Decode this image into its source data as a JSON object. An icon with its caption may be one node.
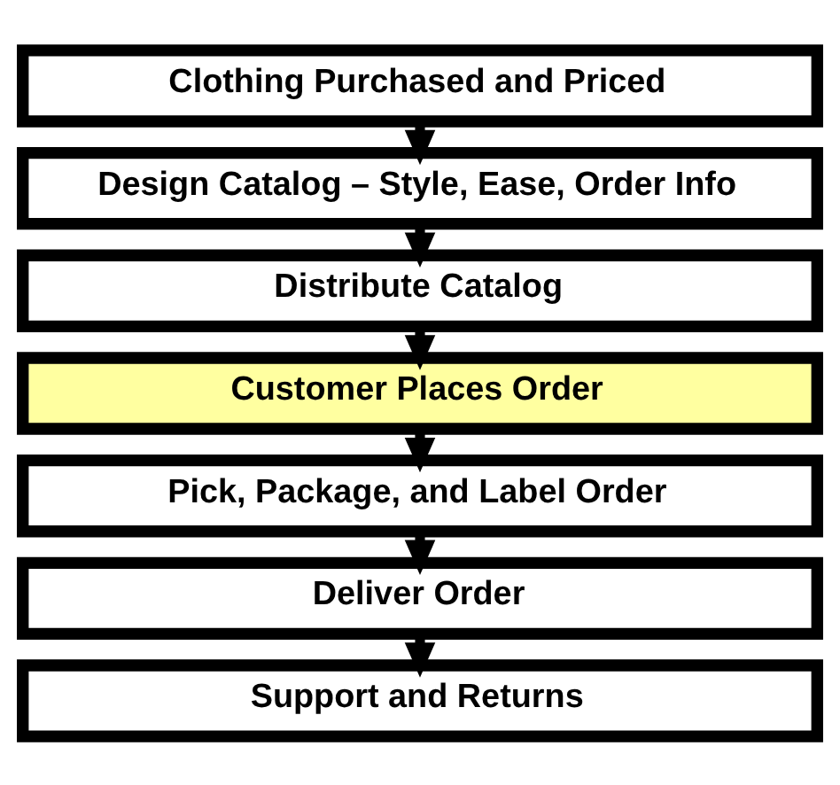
{
  "diagram": {
    "nodes": [
      {
        "text": [
          "Clothing Purchased and Priced"
        ]
      },
      {
        "text": [
          "Design Catalog – Style, Ease, Order Info"
        ]
      },
      {
        "text": [
          "Distribute Catalog"
        ]
      },
      {
        "text": [
          "Customer Places Order"
        ]
      },
      {
        "text": [
          "Pick, Package, and Label Order"
        ]
      },
      {
        "text": [
          "Deliver Order"
        ]
      },
      {
        "text": [
          "Support and Returns"
        ]
      }
    ],
    "edges": [
      {
        "from": 0,
        "to": 1,
        "arrow": "to"
      },
      {
        "from": 1,
        "to": 2,
        "arrow": "to"
      },
      {
        "from": 2,
        "to": 3,
        "arrow": "to"
      },
      {
        "from": 3,
        "to": 4,
        "arrow": "to"
      },
      {
        "from": 4,
        "to": 5,
        "arrow": "to"
      },
      {
        "from": 5,
        "to": 6,
        "arrow": "to"
      }
    ]
  }
}
